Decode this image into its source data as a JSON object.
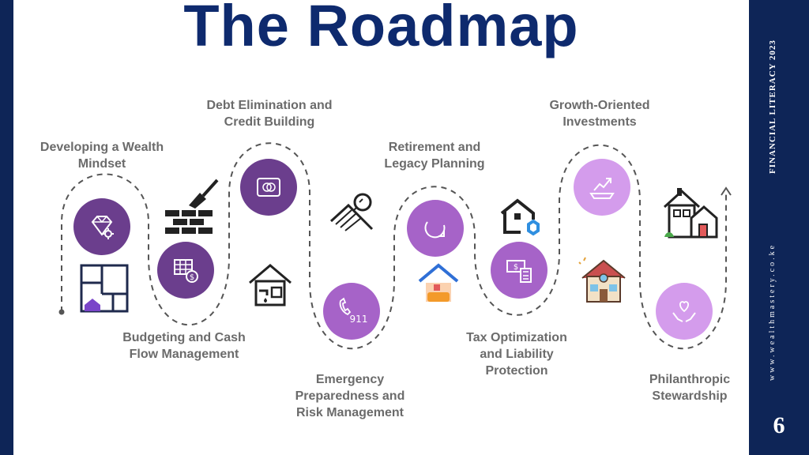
{
  "title": "The Roadmap",
  "steps": [
    {
      "line1": "Developing a Wealth",
      "line2": "Mindset"
    },
    {
      "line1": "Budgeting and Cash",
      "line2": "Flow Management"
    },
    {
      "line1": "Debt Elimination and",
      "line2": "Credit Building"
    },
    {
      "line1": "Emergency",
      "line2": "Preparedness and",
      "line3": "Risk Management"
    },
    {
      "line1": "Retirement and",
      "line2": "Legacy Planning"
    },
    {
      "line1": "Tax Optimization",
      "line2": "and Liability",
      "line3": "Protection"
    },
    {
      "line1": "Growth-Oriented",
      "line2": "Investments"
    },
    {
      "line1": "Philanthropic",
      "line2": "Stewardship"
    }
  ],
  "icons": {
    "step1": "diamond-gear-icon",
    "step2": "budget-table-dollar-icon",
    "step3": "credit-card-icon",
    "step4": "phone-911-icon",
    "step5": "refresh-arrow-icon",
    "step6": "money-calculator-icon",
    "step7": "growth-chart-icon",
    "step8": "heart-hands-icon"
  },
  "emergency_label": "911",
  "sidebar": {
    "vertical_title": "FINANCIAL LITERACY 2023",
    "website": "www.wealthmastery.co.ke",
    "page_number": "6"
  },
  "colors": {
    "navy": "#0e2557",
    "title": "#0e2a6e",
    "dark_purple": "#6b3e8d",
    "mid_purple": "#a663c8",
    "light_purple": "#d49cec",
    "label_gray": "#6b6b6b"
  }
}
